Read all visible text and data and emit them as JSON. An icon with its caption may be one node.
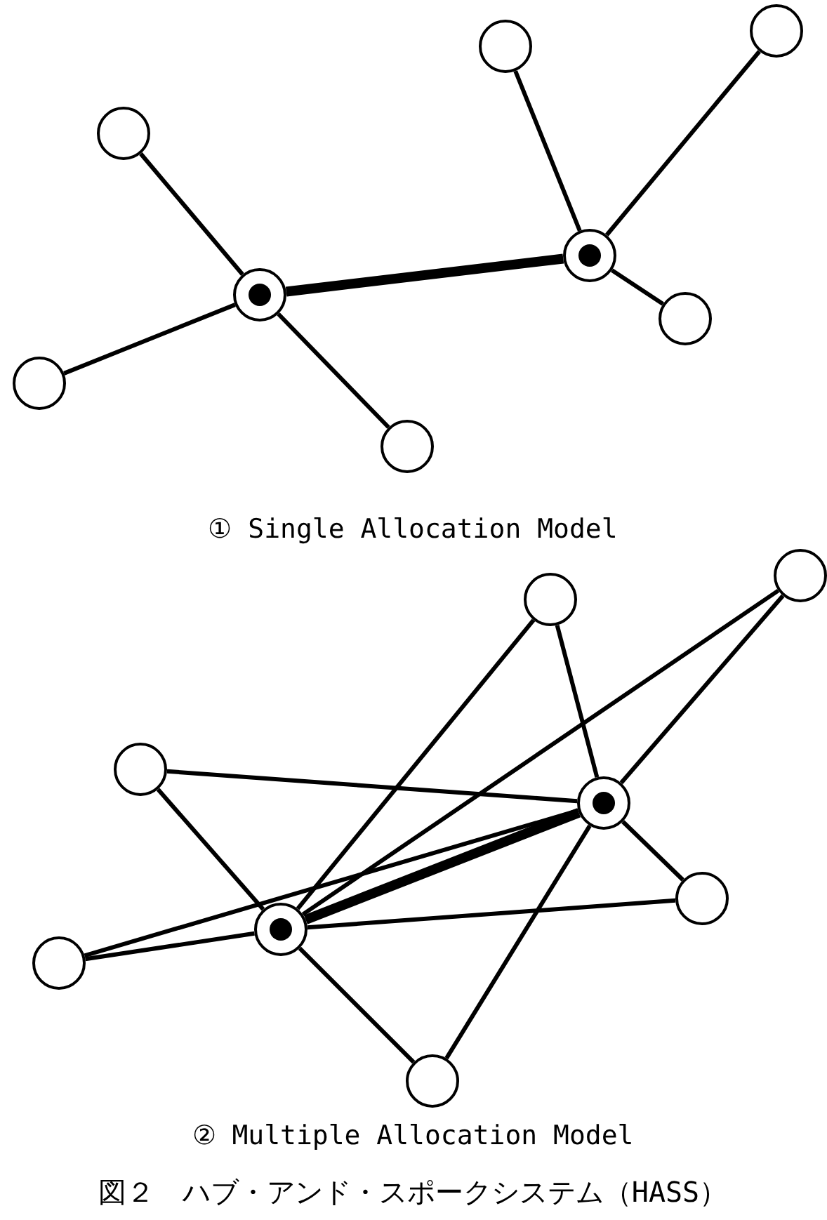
{
  "diagram": {
    "caption": "図２　ハブ・アンド・スポークシステム（HASS）",
    "nodes": [
      {
        "text": [],
        "shape": "circle"
      },
      {
        "text": [],
        "shape": "circle"
      },
      {
        "text": [],
        "shape": "circle"
      },
      {
        "text": [],
        "shape": "hub"
      },
      {
        "text": [],
        "shape": "hub"
      },
      {
        "text": [],
        "shape": "circle"
      },
      {
        "text": [],
        "shape": "circle"
      },
      {
        "text": [],
        "shape": "circle"
      },
      {
        "text": [],
        "shape": "circle"
      },
      {
        "text": [],
        "shape": "circle"
      },
      {
        "text": [],
        "shape": "circle"
      },
      {
        "text": [],
        "shape": "hub"
      },
      {
        "text": [],
        "shape": "circle"
      },
      {
        "text": [],
        "shape": "hub"
      },
      {
        "text": [],
        "shape": "circle"
      },
      {
        "text": [],
        "shape": "circle"
      }
    ],
    "edges": [
      {
        "from": 4,
        "to": 3,
        "arrow": "none",
        "style": "thick"
      },
      {
        "from": 4,
        "to": 2,
        "arrow": "none"
      },
      {
        "from": 4,
        "to": 6,
        "arrow": "none"
      },
      {
        "from": 4,
        "to": 7,
        "arrow": "none"
      },
      {
        "from": 3,
        "to": 0,
        "arrow": "none"
      },
      {
        "from": 3,
        "to": 1,
        "arrow": "none"
      },
      {
        "from": 3,
        "to": 5,
        "arrow": "none"
      },
      {
        "from": 13,
        "to": 11,
        "arrow": "none",
        "style": "thick"
      },
      {
        "from": 10,
        "to": 11,
        "arrow": "none"
      },
      {
        "from": 10,
        "to": 13,
        "arrow": "none"
      },
      {
        "from": 9,
        "to": 13,
        "arrow": "none"
      },
      {
        "from": 9,
        "to": 11,
        "arrow": "none"
      },
      {
        "from": 8,
        "to": 11,
        "arrow": "none"
      },
      {
        "from": 8,
        "to": 13,
        "arrow": "none"
      },
      {
        "from": 12,
        "to": 11,
        "arrow": "none"
      },
      {
        "from": 12,
        "to": 13,
        "arrow": "none"
      },
      {
        "from": 14,
        "to": 13,
        "arrow": "none"
      },
      {
        "from": 14,
        "to": 11,
        "arrow": "none"
      },
      {
        "from": 15,
        "to": 13,
        "arrow": "none"
      },
      {
        "from": 15,
        "to": 11,
        "arrow": "none"
      }
    ],
    "labels": [
      "① Single Allocation Model",
      "② Multiple Allocation Model"
    ]
  }
}
